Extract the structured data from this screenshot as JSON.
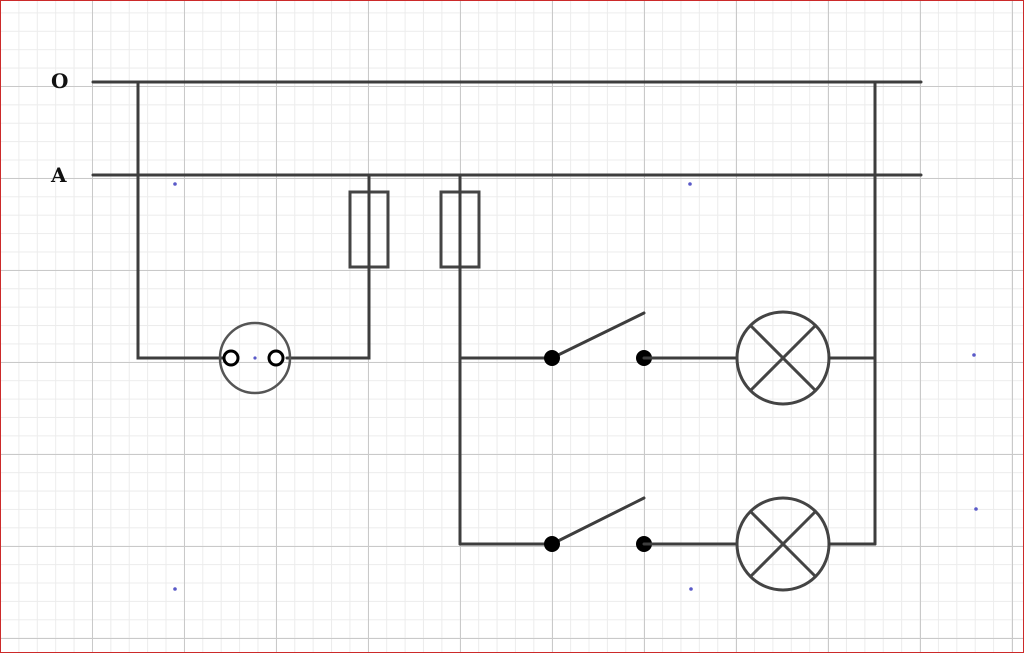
{
  "rails": {
    "neutral_label": "O",
    "phase_label": "A"
  },
  "colors": {
    "wire": "#3d3d3d",
    "frame": "#cc2a2a",
    "grid_major": "#c9c9c9",
    "grid_minor": "#ececec",
    "point": "#5a5ac8"
  },
  "components": {
    "fuses": 2,
    "sockets": 1,
    "switches": 2,
    "lamps": 2
  }
}
